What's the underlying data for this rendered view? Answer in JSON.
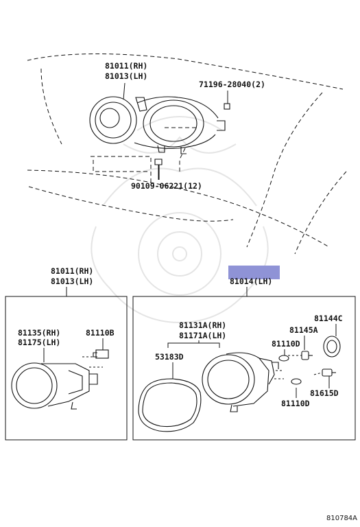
{
  "diagram": {
    "top_labels": {
      "headlamp_rh": "81011(RH)",
      "headlamp_lh": "81013(LH)",
      "clip": "71196-28040(2)",
      "screw": "90109-06221(12)"
    },
    "left_box": {
      "header_rh": "81011(RH)",
      "header_lh": "81013(LH)",
      "unit_rh": "81135(RH)",
      "unit_lh": "81175(LH)",
      "bulb": "81110B"
    },
    "right_box": {
      "header": "81014(LH)",
      "header_highlight_color": "#8f93d6",
      "unit_rh": "81131A(RH)",
      "unit_lh": "81171A(LH)",
      "gasket": "53183D",
      "bulb_top": "81110D",
      "socket": "81145A",
      "cover": "81144C",
      "socket_b": "81615D",
      "bulb_bottom": "81110D"
    },
    "footer_code": "810784A"
  }
}
